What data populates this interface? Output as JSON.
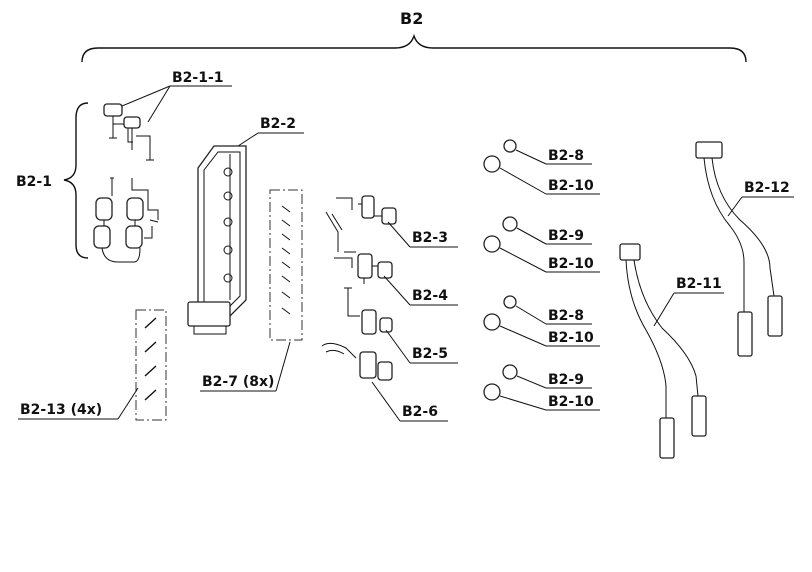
{
  "diagram": {
    "title": "B2",
    "labels": {
      "b2_1": "B2-1",
      "b2_1_1": "B2-1-1",
      "b2_2": "B2-2",
      "b2_3": "B2-3",
      "b2_4": "B2-4",
      "b2_5": "B2-5",
      "b2_6": "B2-6",
      "b2_7": "B2-7 (8x)",
      "b2_8a": "B2-8",
      "b2_10a": "B2-10",
      "b2_9a": "B2-9",
      "b2_10b": "B2-10",
      "b2_8b": "B2-8",
      "b2_10c": "B2-10",
      "b2_9b": "B2-9",
      "b2_10d": "B2-10",
      "b2_11": "B2-11",
      "b2_12": "B2-12",
      "b2_13": "B2-13 (4x)"
    }
  }
}
